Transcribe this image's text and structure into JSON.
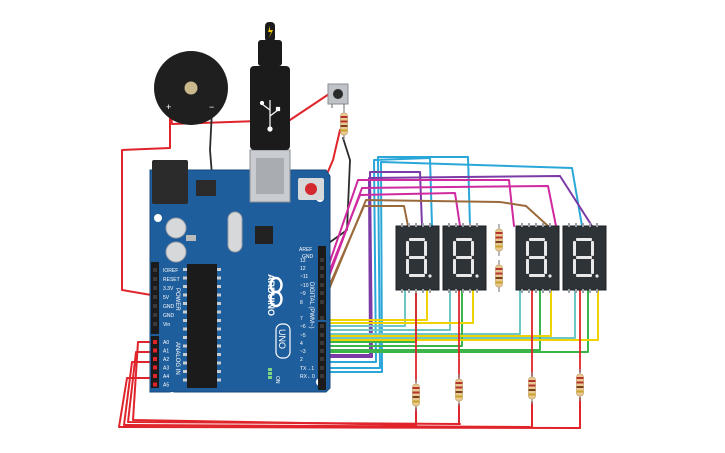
{
  "board": {
    "brand": "ARDUINO",
    "model": "UNO",
    "digital_header": "DIGITAL (PWM~)",
    "analog_header": "ANALOG IN",
    "power_header": "POWER",
    "on_label": "ON",
    "aref": "AREF",
    "gnd_top": "GND",
    "digital_pins": [
      "13",
      "12",
      "~11",
      "~10",
      "~9",
      "8",
      "7",
      "~6",
      "~5",
      "4",
      "~3",
      "2",
      "TX→1",
      "RX←0"
    ],
    "power_pins": [
      "IOREF",
      "RESET",
      "3.3V",
      "5V",
      "GND",
      "GND",
      "Vin"
    ],
    "analog_pins": [
      "A0",
      "A1",
      "A2",
      "A3",
      "A4",
      "A5"
    ]
  },
  "buzzer": {
    "plus": "+",
    "minus": "−"
  },
  "displays": [
    {
      "id": "display-1",
      "digit": "8"
    },
    {
      "id": "display-2",
      "digit": "8"
    },
    {
      "id": "display-3",
      "digit": "8"
    },
    {
      "id": "display-4",
      "digit": "8"
    }
  ],
  "colors": {
    "board": "#1f5e9c",
    "wire_red": "#e0242b",
    "wire_light_blue": "#2aa7d8",
    "wire_purple": "#7b3aa6",
    "wire_magenta": "#d02aa0",
    "wire_brown": "#9b6a3c",
    "wire_teal": "#6ec6c6",
    "wire_yellow": "#f0d200",
    "wire_green": "#3bb54a",
    "wire_dark": "#2a2a2a",
    "display_body": "#2e3338",
    "resistor_body": "#e9c891"
  }
}
